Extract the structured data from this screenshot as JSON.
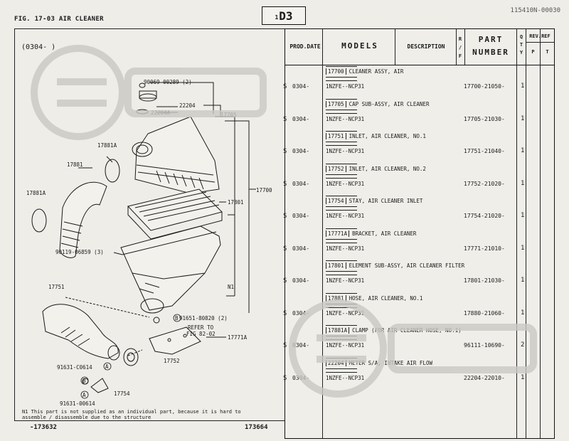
{
  "header": {
    "fig_title": "FIG. 17-03 AIR CLEANER",
    "section_prefix": "1",
    "section_code": "D3",
    "catalog_code": "115410N-00030"
  },
  "illustration": {
    "date_range": "(0304-      )",
    "callouts": {
      "c90069": "90069-00289 (2)",
      "c22204": "22204",
      "c22204a": "22204A",
      "c17705": "17705",
      "c17881a_top": "17881A",
      "c17881": "17881",
      "c17881a_left": "17881A",
      "c17801": "17801",
      "c17700": "17700",
      "c90119": "90119-06859 (3)",
      "c17751": "17751",
      "cN1": "N1",
      "c91651": "91651-80820 (2)",
      "cB": "B",
      "cRefer": "REFER TO",
      "cFig": "FIG 82-02",
      "c17771a": "17771A",
      "c91631a": "91631-C0614",
      "cA": "A",
      "c17752": "17752",
      "cB2": "B",
      "c17754": "17754",
      "c91631b": "91631-00614",
      "cA2": "A"
    },
    "note": "N1  This part is not supplied as an individual part, because it is hard to assemble / disassemble due to the structure",
    "bottom_left": "-173632",
    "bottom_right": "173664"
  },
  "table": {
    "headers": {
      "prod_date": "PROD.DATE",
      "models": "MODELS",
      "description": "DESCRIPTION",
      "flag": "R / F",
      "part": "PART",
      "number": "NUMBER",
      "qty": "Q T Y",
      "rev_ref": "REV.REF",
      "rev_p": "P",
      "rev_t": "T"
    },
    "rows": [
      {
        "s": "S",
        "prod": "0304-",
        "pnc": "17700",
        "desc": "CLEANER ASSY, AIR",
        "model": "1NZFE--NCP31",
        "part": "17700-21050-",
        "qty": "1"
      },
      {
        "s": "S",
        "prod": "0304-",
        "pnc": "17705",
        "desc": "CAP SUB-ASSY, AIR CLEANER",
        "model": "1NZFE--NCP31",
        "part": "17705-21030-",
        "qty": "1"
      },
      {
        "s": "S",
        "prod": "0304-",
        "pnc": "17751",
        "desc": "INLET, AIR CLEANER, NO.1",
        "model": "1NZFE--NCP31",
        "part": "17751-21040-",
        "qty": "1"
      },
      {
        "s": "S",
        "prod": "0304-",
        "pnc": "17752",
        "desc": "INLET, AIR CLEANER, NO.2",
        "model": "1NZFE--NCP31",
        "part": "17752-21020-",
        "qty": "1"
      },
      {
        "s": "S",
        "prod": "0304-",
        "pnc": "17754",
        "desc": "STAY, AIR CLEANER INLET",
        "model": "1NZFE--NCP31",
        "part": "17754-21020-",
        "qty": "1"
      },
      {
        "s": "S",
        "prod": "0304-",
        "pnc": "17771A",
        "desc": "BRACKET, AIR CLEANER",
        "model": "1NZFE--NCP31",
        "part": "17771-21010-",
        "qty": "1"
      },
      {
        "s": "S",
        "prod": "0304-",
        "pnc": "17801",
        "desc": "ELEMENT SUB-ASSY, AIR CLEANER FILTER",
        "model": "1NZFE--NCP31",
        "part": "17801-21030-",
        "qty": "1"
      },
      {
        "s": "S",
        "prod": "0304-",
        "pnc": "17881",
        "desc": "HOSE, AIR CLEANER, NO.1",
        "model": "1NZFE--NCP31",
        "part": "17880-21060-",
        "qty": "1"
      },
      {
        "s": "S",
        "prod": "0304-",
        "pnc": "17881A",
        "desc": "CLAMP (FOR AIR CLEANER HOSE, NO.1)",
        "model": "1NZFE--NCP31",
        "part": "96111-10690-",
        "qty": "2"
      },
      {
        "s": "S",
        "prod": "0304-",
        "pnc": "22204",
        "desc": "METER S/A, INTAKE AIR FLOW",
        "model": "1NZFE--NCP31",
        "part": "22204-22010-",
        "qty": "1"
      }
    ]
  }
}
